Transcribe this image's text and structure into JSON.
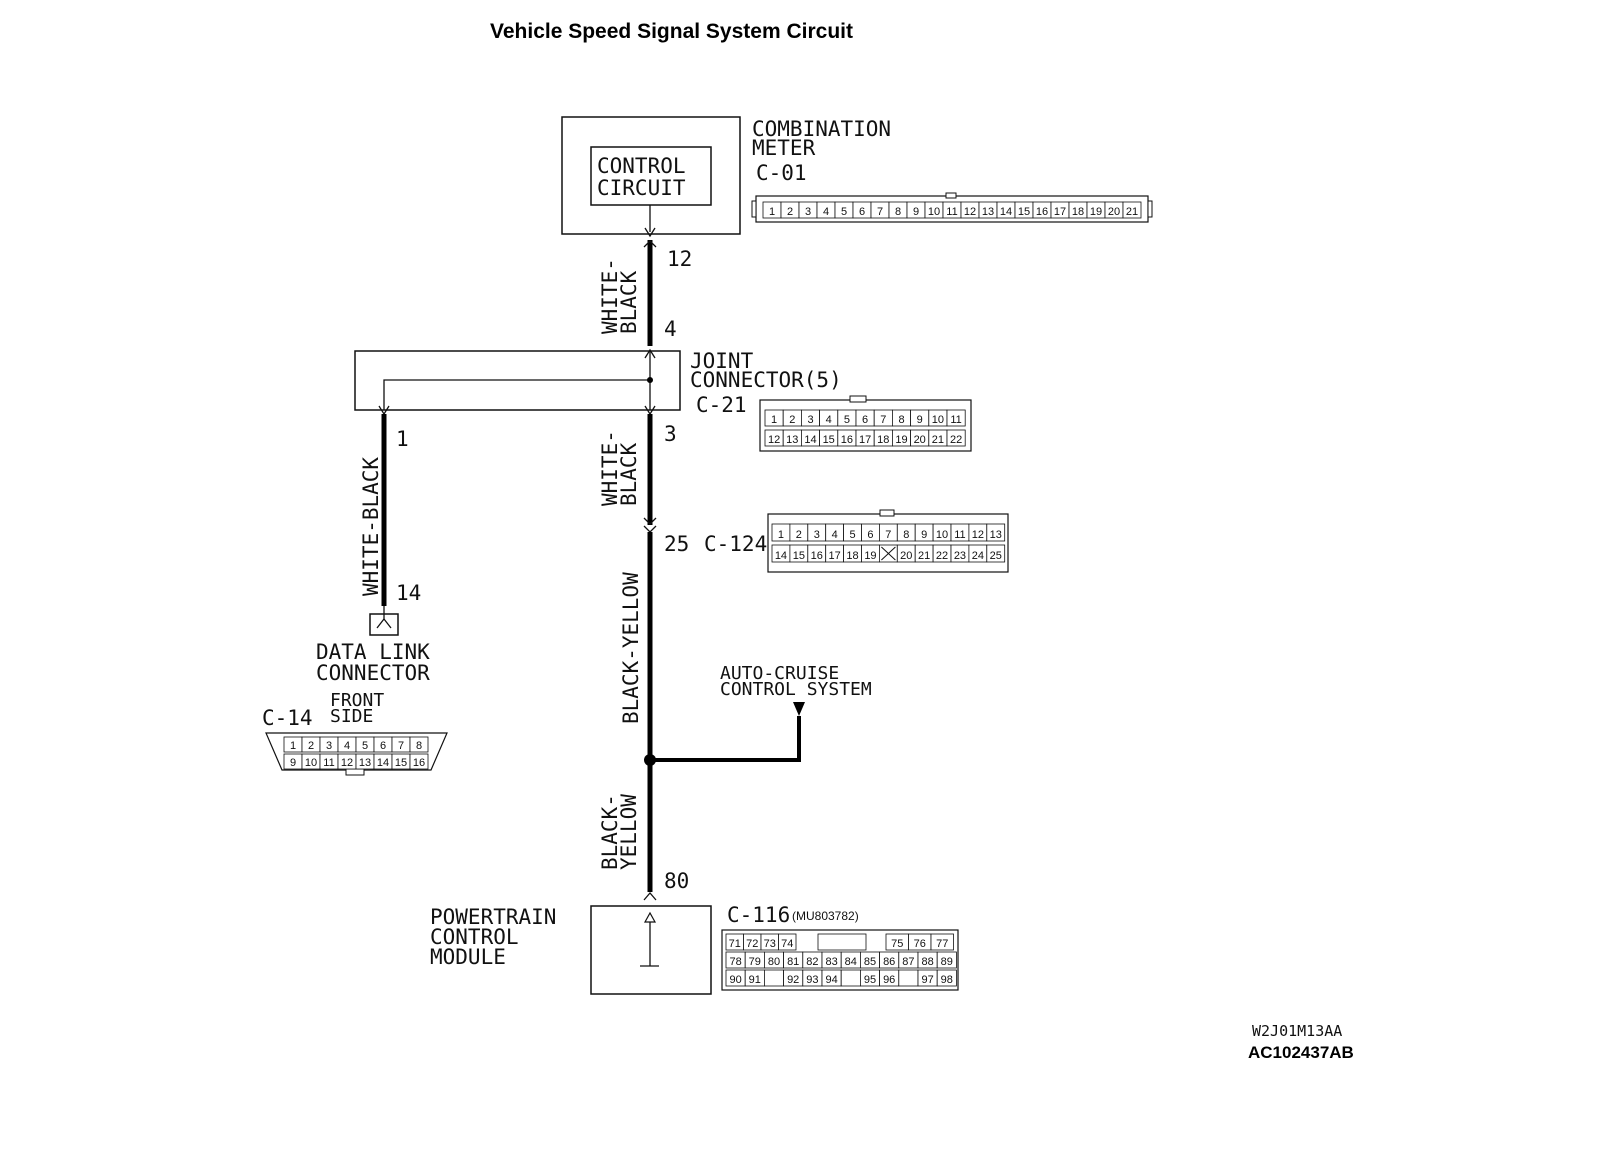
{
  "title": "Vehicle Speed Signal System Circuit",
  "components": {
    "combination_meter": {
      "name_line1": "COMBINATION",
      "name_line2": "METER",
      "connector": "C-01",
      "inner_line1": "CONTROL",
      "inner_line2": "CIRCUIT"
    },
    "joint_connector": {
      "name_line1": "JOINT",
      "name_line2": "CONNECTOR(5)",
      "connector": "C-21"
    },
    "intermediate": {
      "connector": "C-124"
    },
    "data_link_connector": {
      "name_line1": "DATA LINK",
      "name_line2": "CONNECTOR",
      "connector": "C-14",
      "side_line1": "FRONT",
      "side_line2": "SIDE"
    },
    "auto_cruise": {
      "line1": "AUTO-CRUISE",
      "line2": "CONTROL SYSTEM"
    },
    "pcm": {
      "name_line1": "POWERTRAIN",
      "name_line2": "CONTROL",
      "name_line3": "MODULE",
      "connector": "C-116",
      "part_no": "(MU803782)"
    }
  },
  "pins": {
    "meter": "12",
    "joint_in": "4",
    "joint_out_main": "3",
    "joint_out_dlc": "1",
    "c124": "25",
    "dlc": "14",
    "pcm": "80"
  },
  "wires": {
    "w1_line1": "WHITE-",
    "w1_line2": "BLACK",
    "w2_line1": "WHITE-",
    "w2_line2": "BLACK",
    "w3": "WHITE-BLACK",
    "w4": "BLACK-YELLOW",
    "w5_line1": "BLACK-",
    "w5_line2": "YELLOW"
  },
  "connector_pins": {
    "c01": [
      "1",
      "2",
      "3",
      "4",
      "5",
      "6",
      "7",
      "8",
      "9",
      "10",
      "11",
      "12",
      "13",
      "14",
      "15",
      "16",
      "17",
      "18",
      "19",
      "20",
      "21"
    ],
    "c21_row1": [
      "1",
      "2",
      "3",
      "4",
      "5",
      "6",
      "7",
      "8",
      "9",
      "10",
      "11"
    ],
    "c21_row2": [
      "12",
      "13",
      "14",
      "15",
      "16",
      "17",
      "18",
      "19",
      "20",
      "21",
      "22"
    ],
    "c124_row1": [
      "1",
      "2",
      "3",
      "4",
      "5",
      "6",
      "7",
      "8",
      "9",
      "10",
      "11",
      "12",
      "13"
    ],
    "c124_row2": [
      "14",
      "15",
      "16",
      "17",
      "18",
      "19",
      "",
      "20",
      "21",
      "22",
      "23",
      "24",
      "25"
    ],
    "c14_row1": [
      "1",
      "2",
      "3",
      "4",
      "5",
      "6",
      "7",
      "8"
    ],
    "c14_row2": [
      "9",
      "10",
      "11",
      "12",
      "13",
      "14",
      "15",
      "16"
    ],
    "c116_row1": [
      "71",
      "72",
      "73",
      "74",
      "",
      "",
      "",
      "",
      "75",
      "76",
      "77"
    ],
    "c116_row2": [
      "78",
      "79",
      "80",
      "81",
      "82",
      "83",
      "84",
      "85",
      "86",
      "87",
      "88",
      "89"
    ],
    "c116_row3": [
      "90",
      "91",
      "",
      "92",
      "93",
      "94",
      "",
      "95",
      "96",
      "",
      "97",
      "98"
    ]
  },
  "footer": {
    "code1": "W2J01M13AA",
    "code2": "AC102437AB"
  }
}
